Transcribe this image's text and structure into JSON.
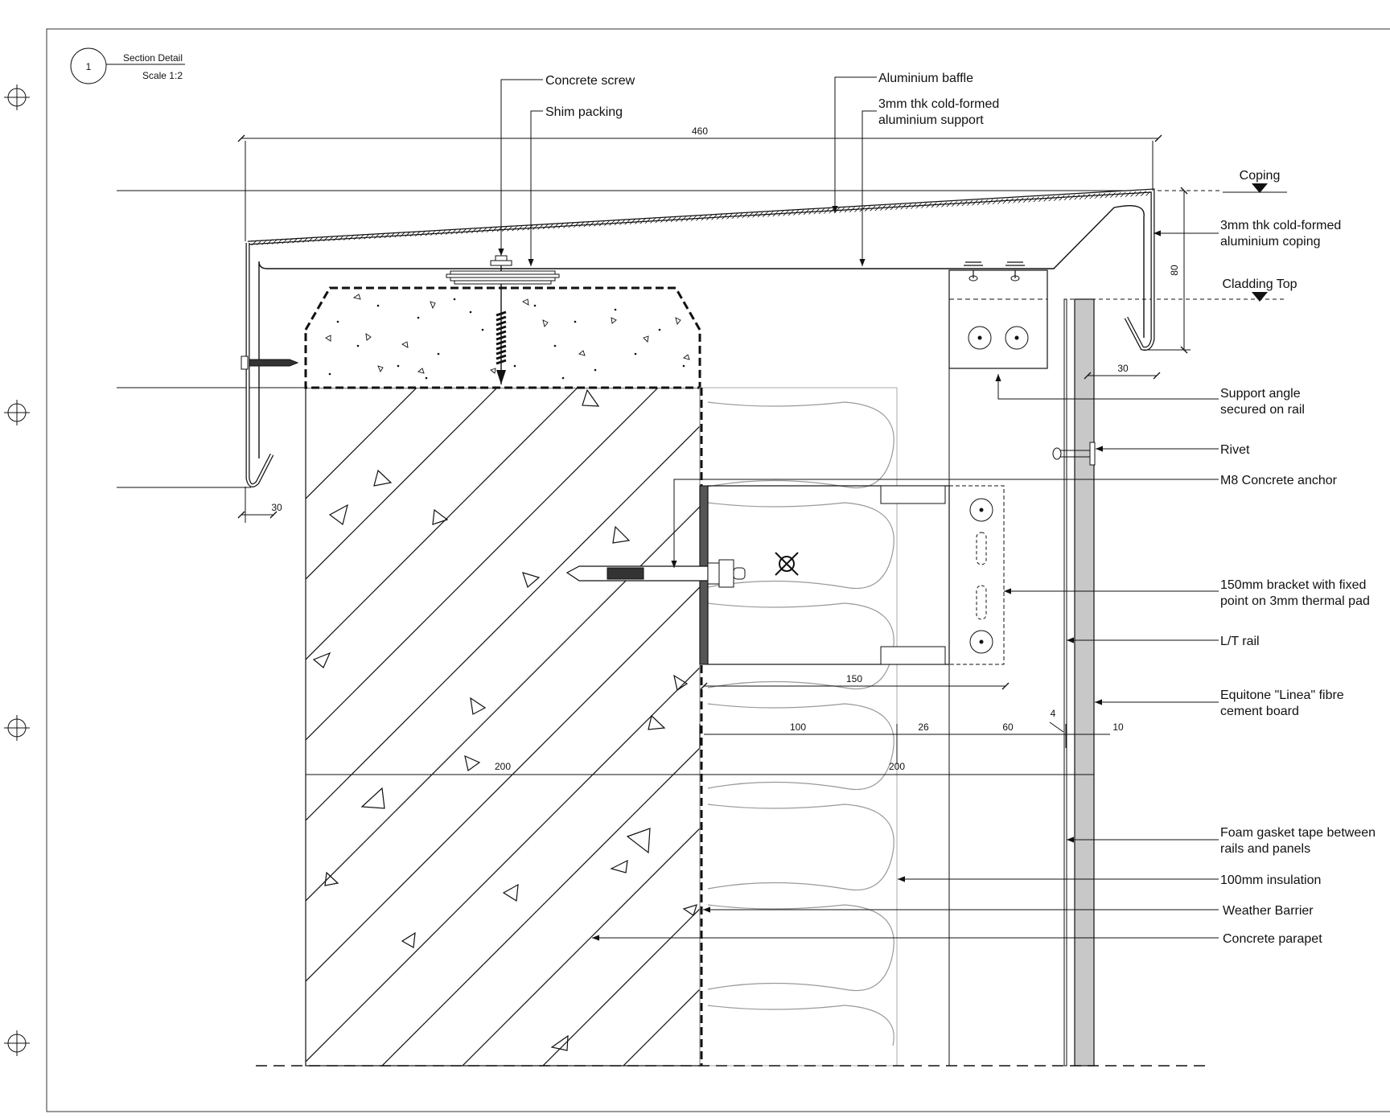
{
  "title_block": {
    "number": "1",
    "title": "Section Detail",
    "scale": "Scale 1:2"
  },
  "labels": {
    "concrete_screw": "Concrete screw",
    "shim_packing": "Shim packing",
    "aluminium_baffle": "Aluminium baffle",
    "support_l1": "3mm thk cold-formed",
    "support_l2": "aluminium support",
    "coping": "Coping",
    "coping_l1": "3mm thk cold-formed",
    "coping_l2": "aluminium coping",
    "cladding_top": "Cladding Top",
    "angle_l1": "Support angle",
    "angle_l2": "secured on rail",
    "rivet": "Rivet",
    "m8_anchor": "M8 Concrete anchor",
    "bracket_l1": "150mm bracket with fixed",
    "bracket_l2": "point on 3mm thermal pad",
    "lt_rail": "L/T rail",
    "board_l1": "Equitone \"Linea\" fibre",
    "board_l2": "cement board",
    "gasket_l1": "Foam gasket tape between",
    "gasket_l2": "rails and panels",
    "insulation": "100mm insulation",
    "weather_barrier": "Weather Barrier",
    "concrete_parapet": "Concrete parapet"
  },
  "dimensions": {
    "overall_width": "460",
    "left_return": "30",
    "right_return": "30",
    "drip_height": "80",
    "bracket": "150",
    "insulation": "100",
    "gap_26": "26",
    "gap_60": "60",
    "pad_4": "4",
    "board_10": "10",
    "wall_200": "200",
    "wall_200b": "200"
  }
}
